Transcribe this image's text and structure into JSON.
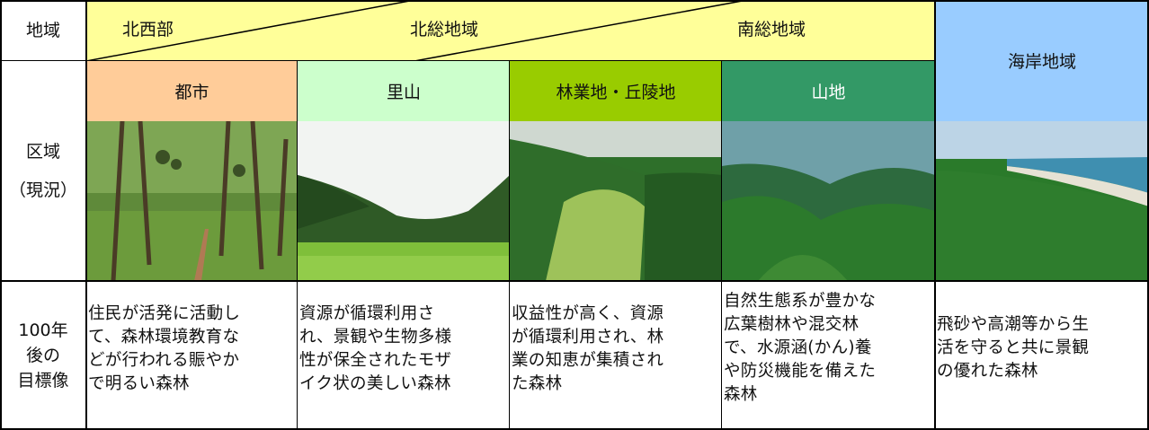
{
  "header": {
    "region_label": "地域",
    "north_west": "北西部",
    "north_so": "北総地域",
    "south_so": "南総地域",
    "coastal": "海岸地域"
  },
  "zones": {
    "urban": "都市",
    "satoyama": "里山",
    "forestry": "林業地・丘陵地",
    "mountain": "山地"
  },
  "rows": {
    "zone_label_1": "区域",
    "zone_label_2": "（現況）",
    "goal_label_1": "100年",
    "goal_label_2": "後の",
    "goal_label_3": "目標像"
  },
  "goals": {
    "urban": [
      "住民が活発に活動し",
      "て、森林環境教育な",
      "どが行われる賑やか",
      "で明るい森林"
    ],
    "satoyama": [
      "資源が循環利用さ",
      "れ、景観や生物多様",
      "性が保全されたモザ",
      "イク状の美しい森林"
    ],
    "forestry": [
      "収益性が高く、資源",
      "が循環利用され、林",
      "業の知恵が集積され",
      "た森林"
    ],
    "mountain": [
      "自然生態系が豊かな",
      "広葉樹林や混交林",
      "で、水源涵(かん)養",
      "や防災機能を備えた",
      "森林"
    ],
    "coastal": [
      "飛砂や高潮等から生",
      "活を守ると共に景観",
      "の優れた森林"
    ]
  },
  "colors": {
    "header_yellow": "#FFFF99",
    "urban": "#FFCC99",
    "satoyama": "#CCFFCC",
    "forestry": "#99CC00",
    "mountain": "#339966",
    "coastal": "#99CCFF"
  }
}
